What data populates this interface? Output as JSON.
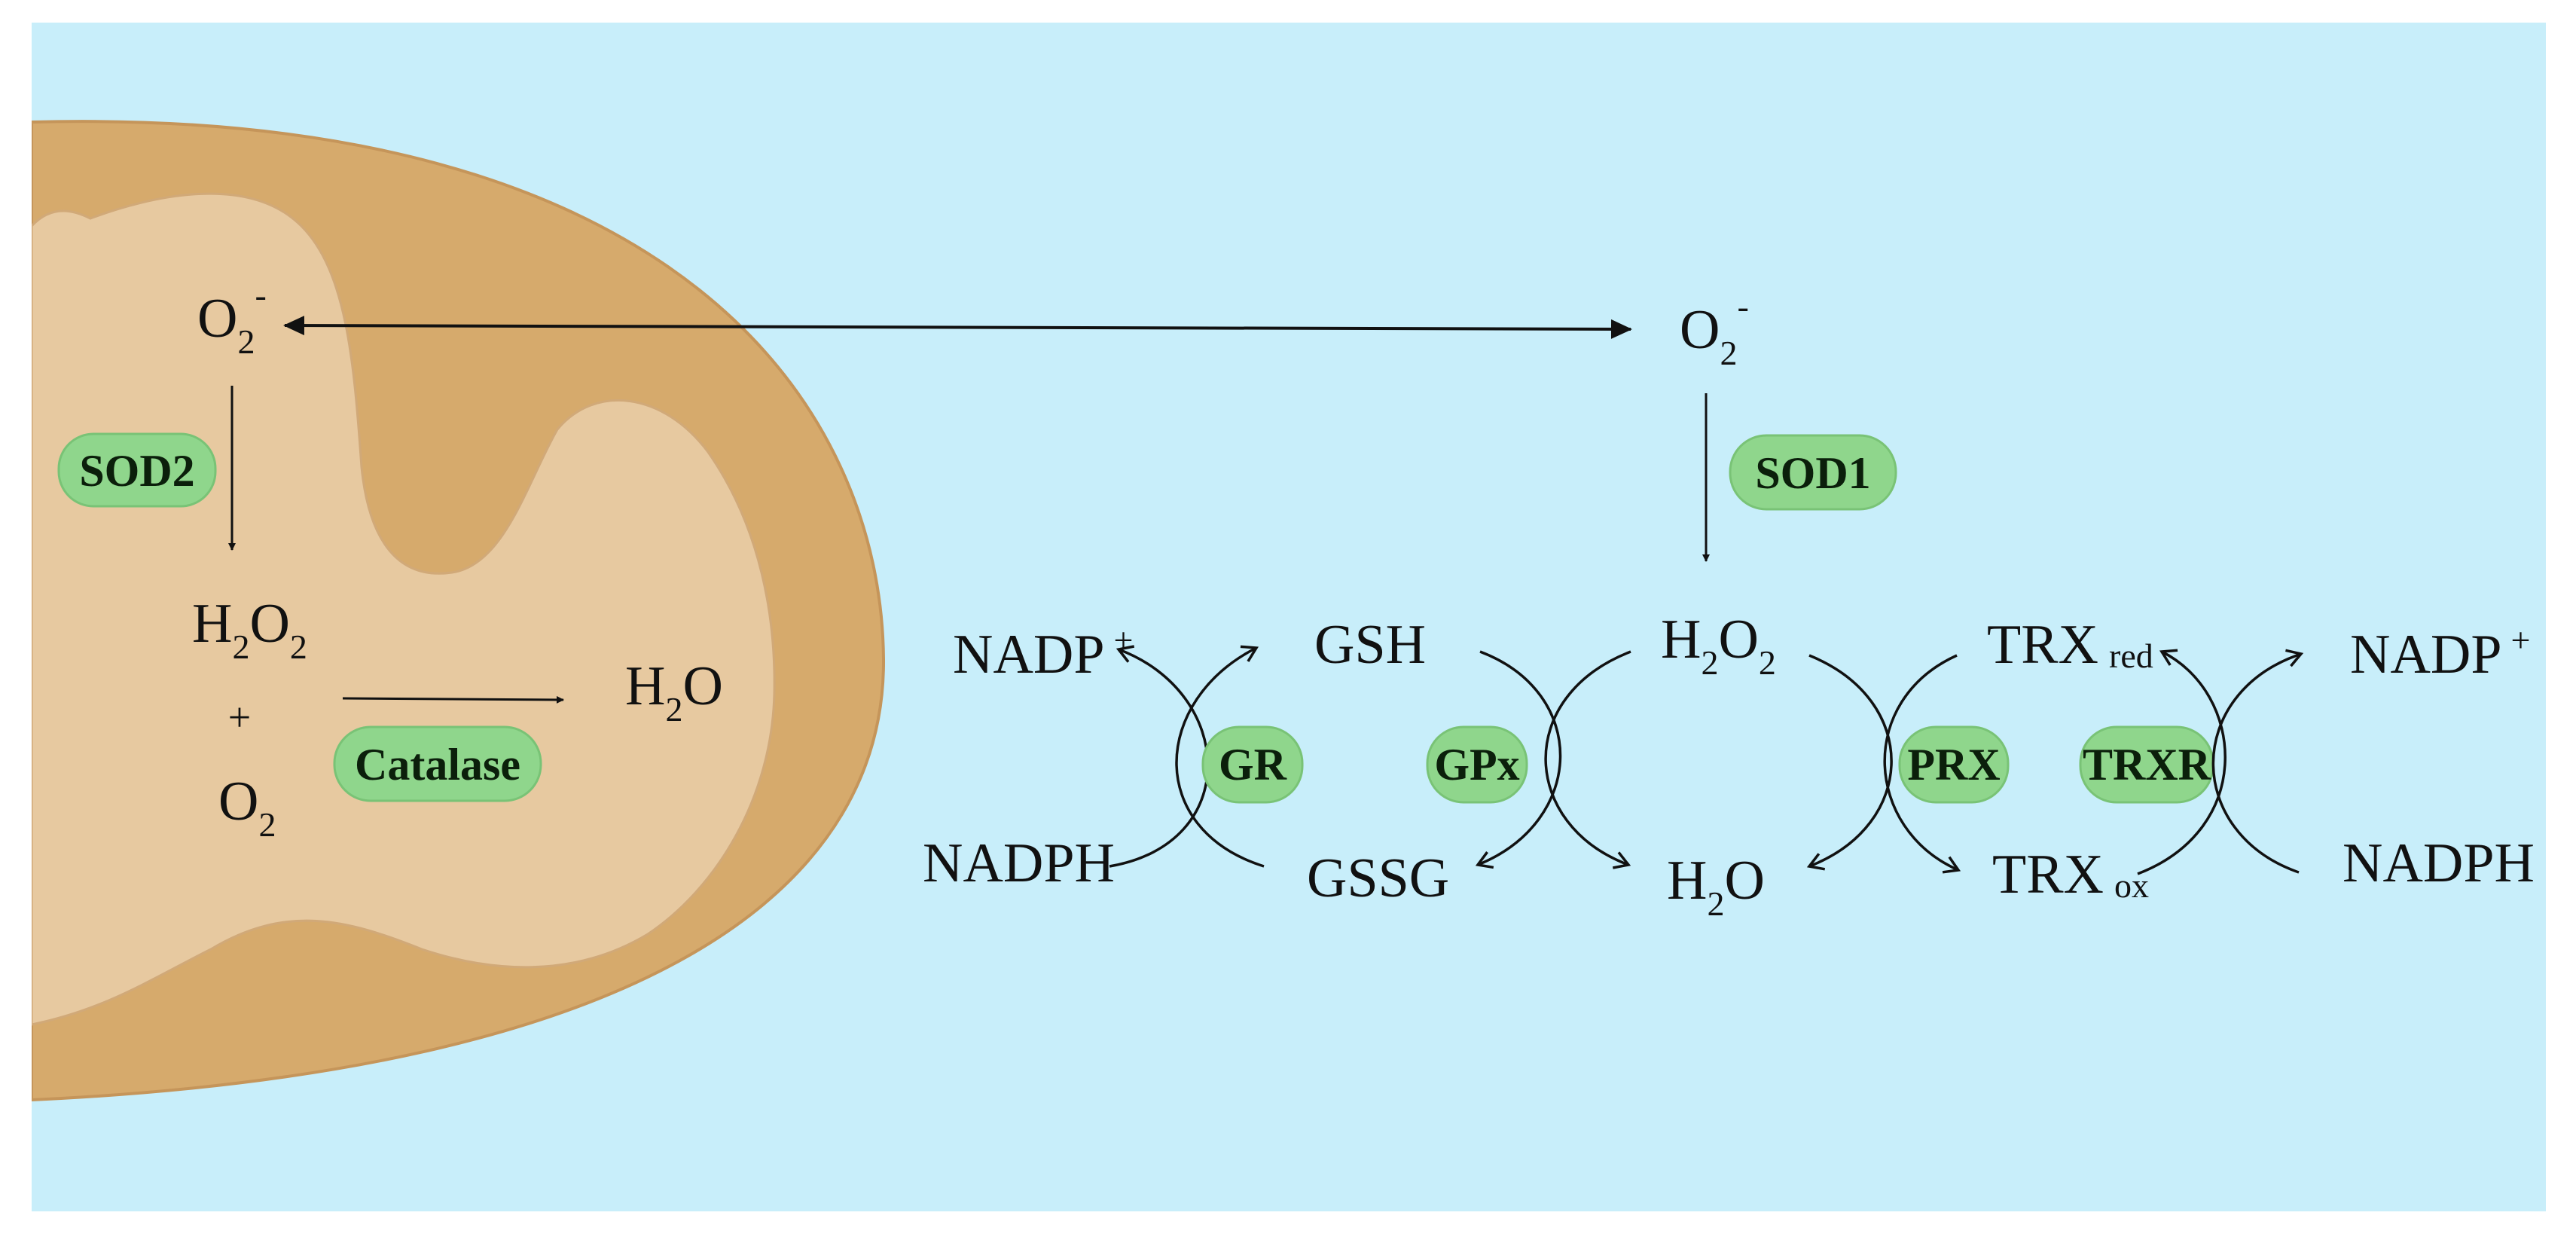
{
  "colors": {
    "background": "#c8eefa",
    "mitochondrion_outer": "#d6aa6c",
    "mitochondrion_inner": "#e7c9a0",
    "enzyme_fill": "#8fd68c"
  },
  "mitochondrion": {
    "superoxide": {
      "main": "O",
      "sub": "2",
      "sup": "-"
    },
    "h2o2": {
      "a": "H",
      "a_sub": "2",
      "b": "O",
      "b_sub": "2"
    },
    "plus": "+",
    "oxygen": {
      "main": "O",
      "sub": "2"
    },
    "water": {
      "a": "H",
      "a_sub": "2",
      "b": "O"
    },
    "sod2": "SOD2",
    "catalase": "Catalase"
  },
  "cytosol": {
    "superoxide": {
      "main": "O",
      "sub": "2",
      "sup": "-"
    },
    "sod1": "SOD1",
    "h2o2": {
      "a": "H",
      "a_sub": "2",
      "b": "O",
      "b_sub": "2"
    },
    "water": {
      "a": "H",
      "a_sub": "2",
      "b": "O"
    },
    "nadp_left": {
      "main": "NADP",
      "sup": "+"
    },
    "nadph_left": "NADPH",
    "gsh": "GSH",
    "gssg": "GSSG",
    "gr": "GR",
    "gpx": "GPx",
    "prx": "PRX",
    "trxr": "TRXR",
    "trx_red": {
      "main": "TRX",
      "sub": "red"
    },
    "trx_ox": {
      "main": "TRX",
      "sub": "ox"
    },
    "nadp_right": {
      "main": "NADP",
      "sup": "+"
    },
    "nadph_right": "NADPH"
  }
}
